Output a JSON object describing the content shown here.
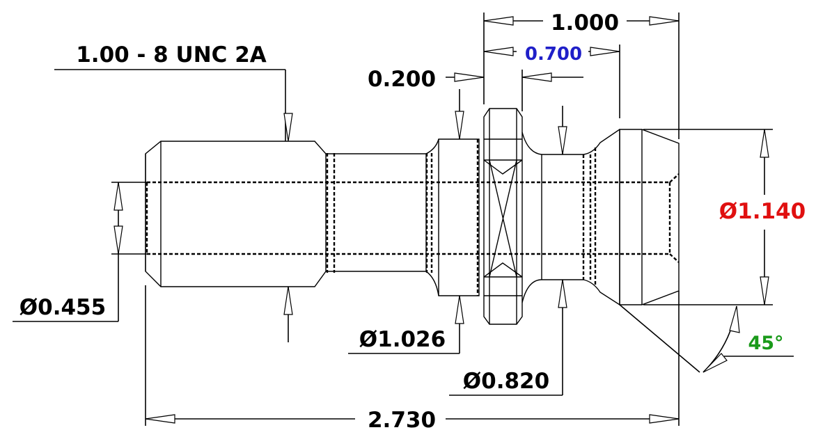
{
  "dimensions": {
    "thread_spec": "1.00 - 8 UNC 2A",
    "overall_length": "2.730",
    "flange_to_end": "1.000",
    "flange_width": "0.200",
    "neck_to_end": "0.700",
    "head_diameter": "Ø1.140",
    "flange_diameter": "Ø1.026",
    "neck_diameter": "Ø0.820",
    "bore_diameter": "Ø0.455",
    "chamfer_angle": "45°"
  },
  "colors": {
    "default": "#000000",
    "neck_to_end": "#1f1fc8",
    "head_diameter": "#e01010",
    "chamfer_angle": "#1a9a1a"
  }
}
